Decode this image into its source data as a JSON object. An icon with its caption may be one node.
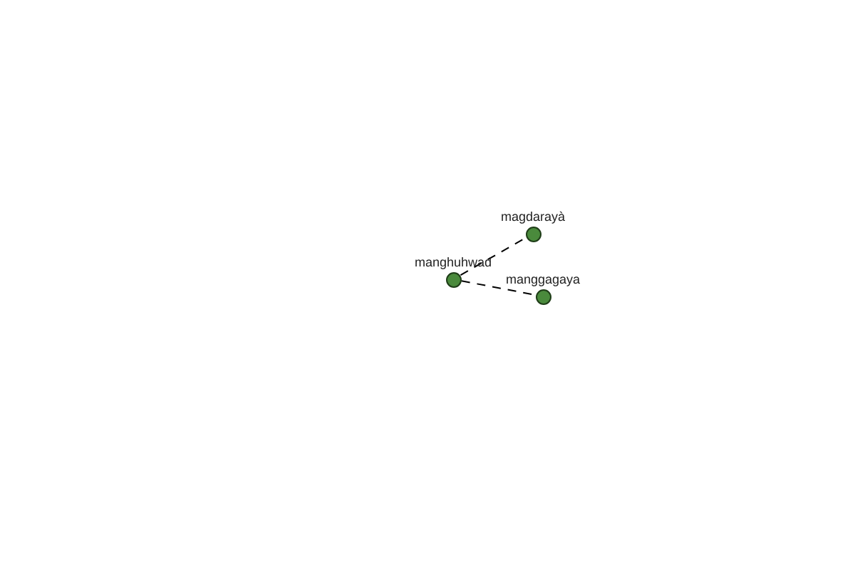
{
  "diagram": {
    "nodes": [
      {
        "text": [
          "magdarayà"
        ]
      },
      {
        "text": [
          "manghuhwad"
        ]
      },
      {
        "text": [
          "manggagaya"
        ]
      }
    ],
    "edges": [
      {
        "from": 1,
        "to": 0,
        "arrow": "none",
        "style": "dashed"
      },
      {
        "from": 1,
        "to": 2,
        "arrow": "none",
        "style": "dashed"
      }
    ]
  }
}
